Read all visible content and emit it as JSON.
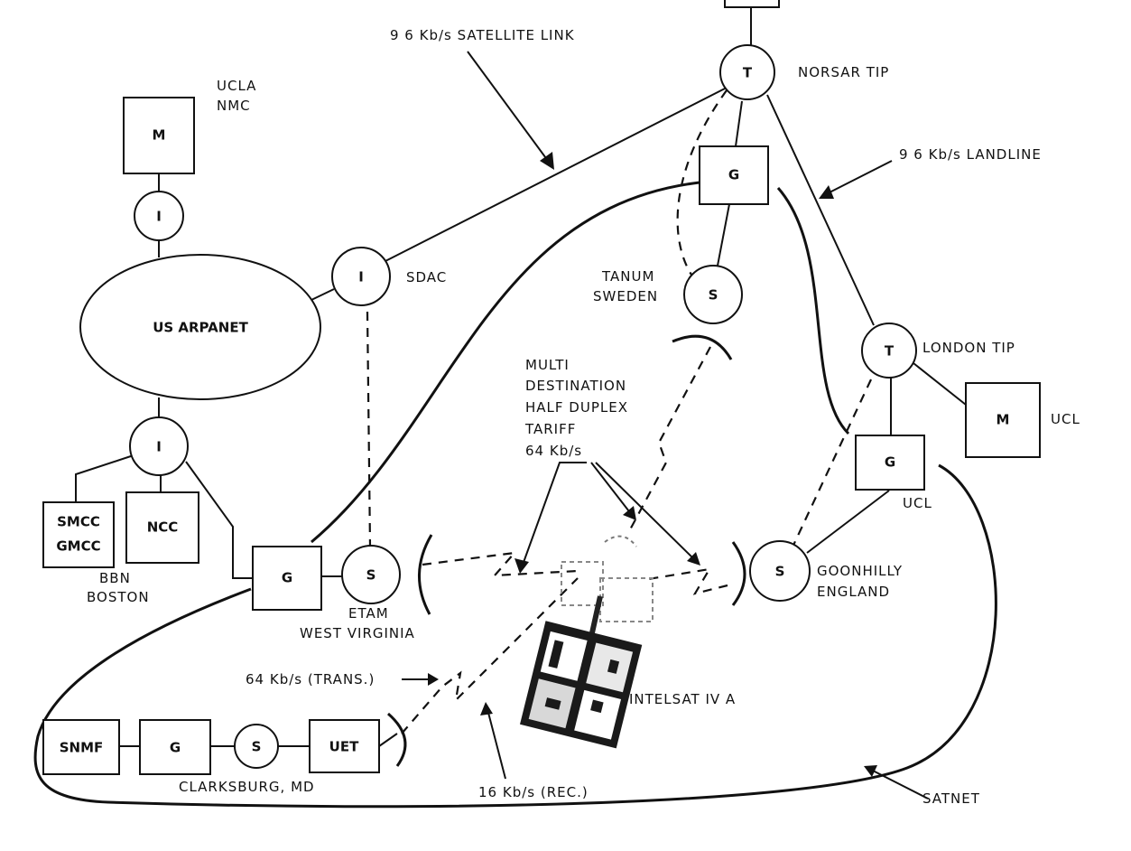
{
  "nodes": {
    "norsar_tip": "T",
    "norsar_gw": "G",
    "tanum_s": "S",
    "ucla_m": "M",
    "ucla_i": "I",
    "arpanet": "US ARPANET",
    "sdac_i": "I",
    "bbn_i": "I",
    "smcc": "SMCC",
    "gmcc": "GMCC",
    "ncc": "NCC",
    "etam_g": "G",
    "etam_s": "S",
    "london_tip": "T",
    "ucl_m": "M",
    "ucl_g": "G",
    "goonhilly_s": "S",
    "snmf": "SNMF",
    "clarks_g": "G",
    "clarks_s": "S",
    "uet": "UET"
  },
  "labels": {
    "satellite_link": "9 6 Kb/s SATELLITE LINK",
    "norsar_tip": "NORSAR TIP",
    "landline": "9 6 Kb/s LANDLINE",
    "ucla_line1": "UCLA",
    "ucla_line2": "NMC",
    "sdac": "SDAC",
    "tanum_line1": "TANUM",
    "tanum_line2": "SWEDEN",
    "multi_line1": "MULTI",
    "multi_line2": "DESTINATION",
    "multi_line3": "HALF DUPLEX",
    "multi_line4": "TARIFF",
    "multi_line5": "64 Kb/s",
    "london_tip": "LONDON TIP",
    "ucl_right": "UCL",
    "ucl_below": "UCL",
    "bbn_line1": "BBN",
    "bbn_line2": "BOSTON",
    "etam_line1": "ETAM",
    "etam_line2": "WEST VIRGINIA",
    "goonhilly_line1": "GOONHILLY",
    "goonhilly_line2": "ENGLAND",
    "trans": "64 Kb/s (TRANS.)",
    "intelsat": "INTELSAT IV A",
    "clarksburg": "CLARKSBURG, MD",
    "rec": "16 Kb/s (REC.)",
    "satnet": "SATNET"
  }
}
